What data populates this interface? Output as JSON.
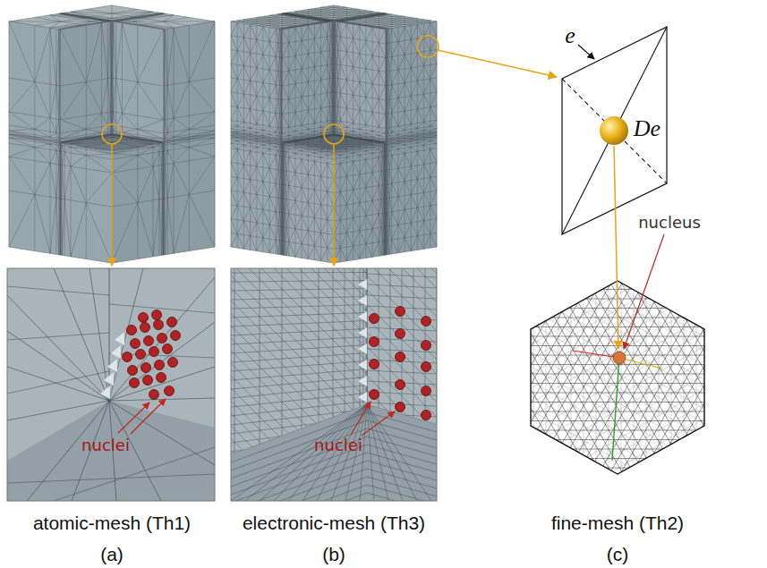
{
  "diagram": {
    "labels": [
      "nuclei",
      "nuclei",
      "e",
      "De",
      "nucleus",
      "atomic-mesh (Th1)",
      "electronic-mesh (Th3)",
      "fine-mesh (Th2)",
      "(a)",
      "(b)",
      "(c)"
    ]
  }
}
